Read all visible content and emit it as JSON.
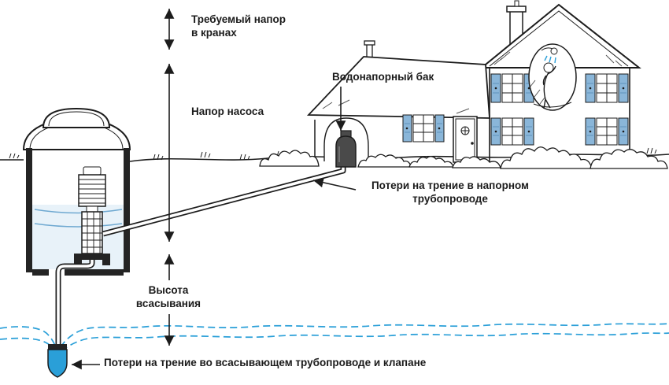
{
  "diagram": {
    "labels": {
      "required_head": "Требуемый напор в кранах",
      "pump_head": "Напор насоса",
      "water_tank": "Водонапорный бак",
      "pressure_loss": "Потери на трение в напорном трубопроводе",
      "suction_height": "Высота всасывания",
      "suction_loss": "Потери на трение во всасывающем трубопроводе и клапане"
    },
    "colors": {
      "ink": "#1c1c1c",
      "water": "#2a9fd8",
      "shutter": "#8ab6d9",
      "tank": "#4a4a4a"
    }
  }
}
